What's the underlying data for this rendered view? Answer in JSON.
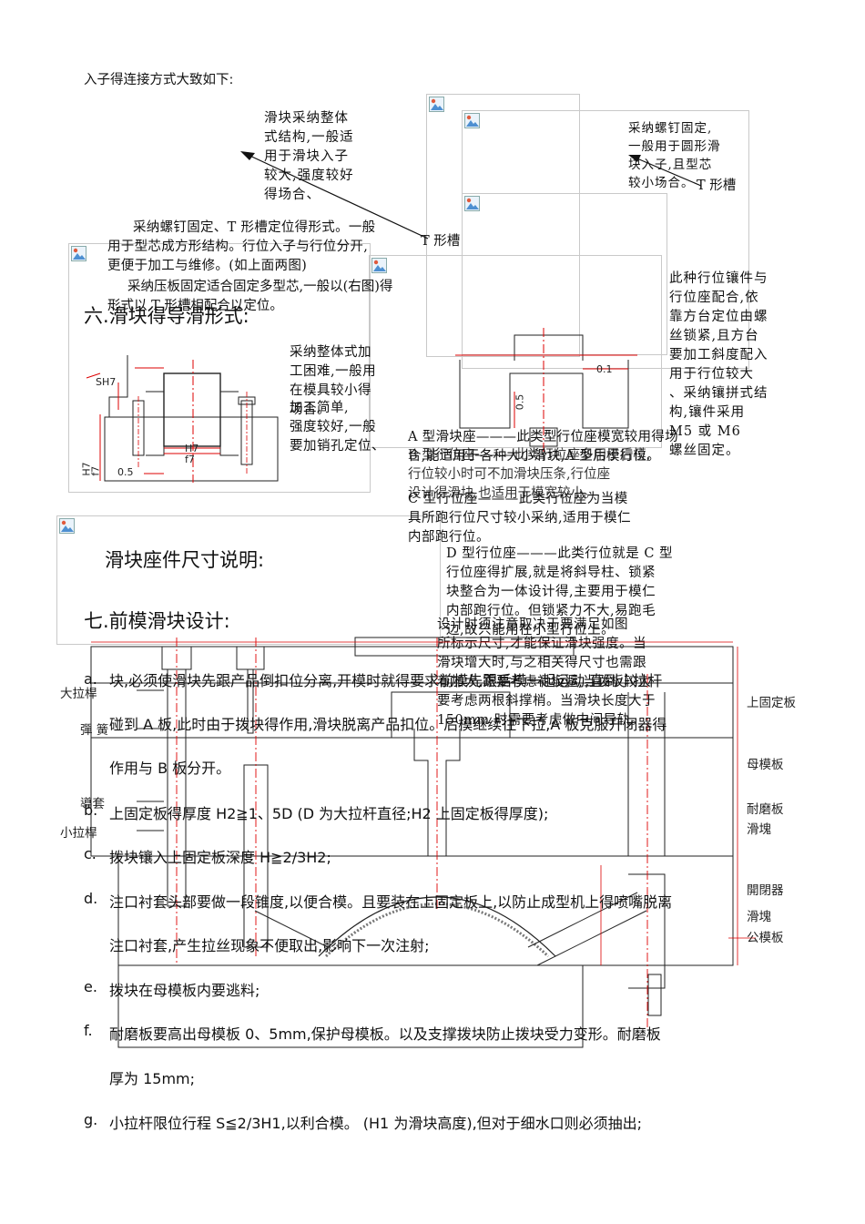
{
  "intro": "入子得连接方式大致如下:",
  "note_slider_whole": "滑块采纳整体\n式结构,一般适\n用于滑块入子\n较大,强度较好\n得场合、",
  "note_screw_round": "采纳螺钉固定,\n一般用于圆形滑\n块入子,且型芯\n较小场合。",
  "label_t_slot_right": "T 形槽",
  "label_t_slot_mid": "T 形槽",
  "para_screw_t_slot": "采纳螺钉固定、T 形槽定位得形式。一般\n用于型芯成方形结构。行位入子与行位分开,\n更便于加工与维修。(如上面两图)",
  "para_pressure_plate": "采纳压板固定适合固定多型芯,一般以(右图)得\n形式以 T 形槽相配合以定位。",
  "heading_six": "六.滑块得导滑形式:",
  "note_insert_fit": "此种行位镶件与\n行位座配合,依\n靠方台定位由螺\n丝锁紧,且方台\n要加工斜度配入\n用于行位较大\n、采纳镶拼式结\n构,镶件采用\nM5 或 M6\n螺丝固定。",
  "note_integral_hard": "采纳整体式加\n工困难,一般用\n在模具较小得\n场合。",
  "note_integral_simple": "加工简单,\n强度较好,一般\n要加销孔定位、",
  "dim_sh7": "SH7",
  "dim_h7f7": "H7\nf7",
  "dim_h7f7_vert": "H7\nf7",
  "dim_05": "0.5",
  "dim_01": "0.1",
  "dim_05v": "0.5",
  "para_seat_a": "A 型滑块座———此类型行位座模宽较用得场\n合,能适用于各种大小滑块,A 型后模行位。",
  "para_seat_b": "B 型行位座———此类行位座多用于后模,\n行位较小时可不加滑块压条,行位座\n设计得滑块,也适用于模宽较小。",
  "para_seat_c": "C 型行位座———此类行位座为当模\n具所跑行位尺寸较小采纳,适用于模仁\n内部跑行位。",
  "para_seat_d": "D 型行位座———此类行位就是 C 型\n行位座得扩展,就是将斜导柱、锁紧\n块整合为一体设计得,主要用于模仁\n内部跑行位。但锁紧力不大,易跑毛\n边,故只能用在小型行位上。",
  "heading_seat_size": "滑块座件尺寸说明:",
  "heading_seven": "七.前模滑块设计:",
  "para_design_hint": "设计时须注意取决于要满足如图\n所标示尺寸,才能保证滑块强度。当\n滑块增大时,与之相关得尺寸也需跟\n着加大,需要考虑衬板避,当拨板较大\n要考虑两根斜撑梢。当滑块长度大于\n150mm 时需要考虑做中间导轨。",
  "diagram_labels_left": [
    "大拉桿",
    "彈 簧",
    "導套",
    "小拉桿"
  ],
  "diagram_labels_right": [
    "上固定板",
    "母模板",
    "耐磨板",
    "滑塊",
    "開閉器",
    "滑塊",
    "公模板"
  ],
  "list_items": [
    {
      "marker": "a.",
      "lines": [
        "块,必须使滑块先跟产品倒扣位分离,开模时就得要求前模先跟后模一起运动,直到小拉杆",
        "碰到 A 板,此时由于拨块得作用,滑块脱离产品扣位。后模继续往下拉,A 板克服开闭器得",
        "作用与 B 板分开。"
      ]
    },
    {
      "marker": "b.",
      "lines": [
        "上固定板得厚度 H2≧1、5D  (D 为大拉杆直径;H2 上固定板得厚度);"
      ]
    },
    {
      "marker": "c.",
      "lines": [
        "拨块镶入上固定板深度 H≧2/3H2;"
      ]
    },
    {
      "marker": "d.",
      "lines": [
        "注口衬套头部要做一段锥度,以便合模。且要装在上固定板上,以防止成型机上得喷嘴脱离",
        "注口衬套,产生拉丝现象不便取出,影响下一次注射;"
      ]
    },
    {
      "marker": "e.",
      "lines": [
        "拨块在母模板内要逃料;"
      ]
    },
    {
      "marker": "f.",
      "lines": [
        "耐磨板要高出母模板 0、5mm,保护母模板。以及支撑拨块防止拨块受力变形。耐磨板",
        "厚为 15mm;"
      ]
    },
    {
      "marker": "g.",
      "lines": [
        "小拉杆限位行程 S≦2/3H1,以利合模。 (H1 为滑块高度),但对于细水口则必须抽出;"
      ]
    }
  ]
}
